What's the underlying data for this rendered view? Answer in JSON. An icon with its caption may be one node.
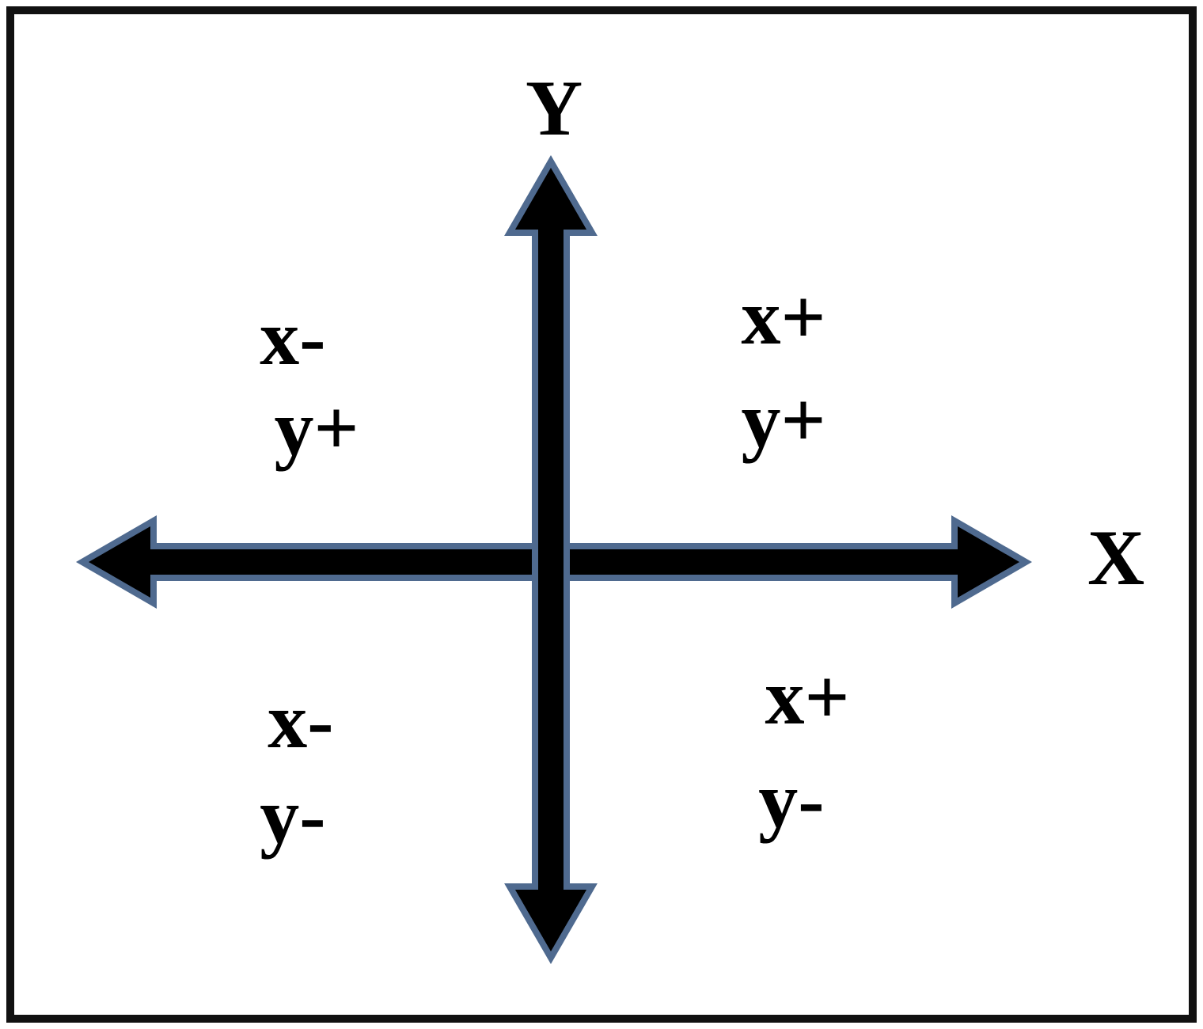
{
  "diagram": {
    "labels": [
      "Y",
      "x-",
      "y+",
      "x+",
      "y+",
      "X",
      "x-",
      "y-",
      "x+",
      "y-"
    ]
  }
}
